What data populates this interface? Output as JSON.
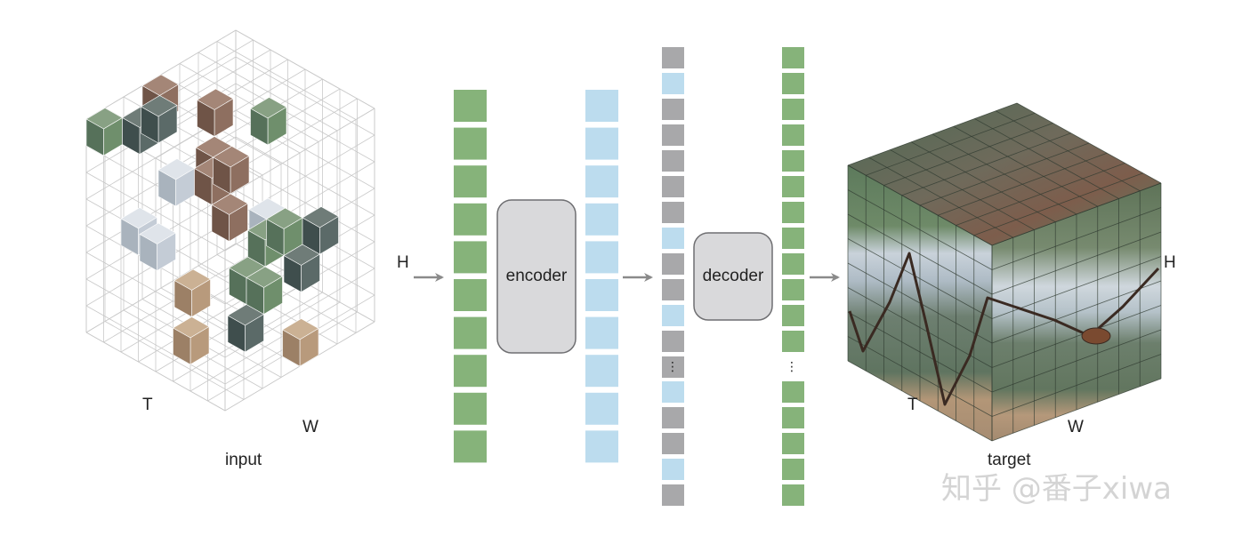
{
  "labels": {
    "input": "input",
    "target": "target",
    "encoder": "encoder",
    "decoder": "decoder",
    "input_T": "T",
    "input_W": "W",
    "input_H": "H",
    "target_T": "T",
    "target_W": "W",
    "target_H": "H",
    "ellipsis": "⋮"
  },
  "watermark": "知乎 @番子xiwa",
  "colors": {
    "green": "#86b37a",
    "blue": "#bcdcee",
    "gray": "#a8a8aa",
    "box_fill": "#d9d9db",
    "box_stroke": "#6f6f72",
    "arrow": "#8a8a8a",
    "grid": "#c9c9c9"
  },
  "columns": {
    "input_tokens": [
      "g",
      "g",
      "g",
      "g",
      "g",
      "g",
      "g",
      "g",
      "g",
      "g"
    ],
    "encoded_tokens": [
      "b",
      "b",
      "b",
      "b",
      "b",
      "b",
      "b",
      "b",
      "b",
      "b"
    ],
    "decoder_input_top": [
      "k",
      "b",
      "k",
      "k",
      "k",
      "k",
      "k",
      "b",
      "k",
      "k",
      "b",
      "k",
      "k"
    ],
    "decoder_input_bottom": [
      "b",
      "k",
      "k",
      "b",
      "k"
    ],
    "target_top": [
      "g",
      "g",
      "g",
      "g",
      "g",
      "g",
      "g",
      "g",
      "g",
      "g",
      "g",
      "g"
    ],
    "target_bottom": [
      "g",
      "g",
      "g",
      "g",
      "g"
    ]
  }
}
